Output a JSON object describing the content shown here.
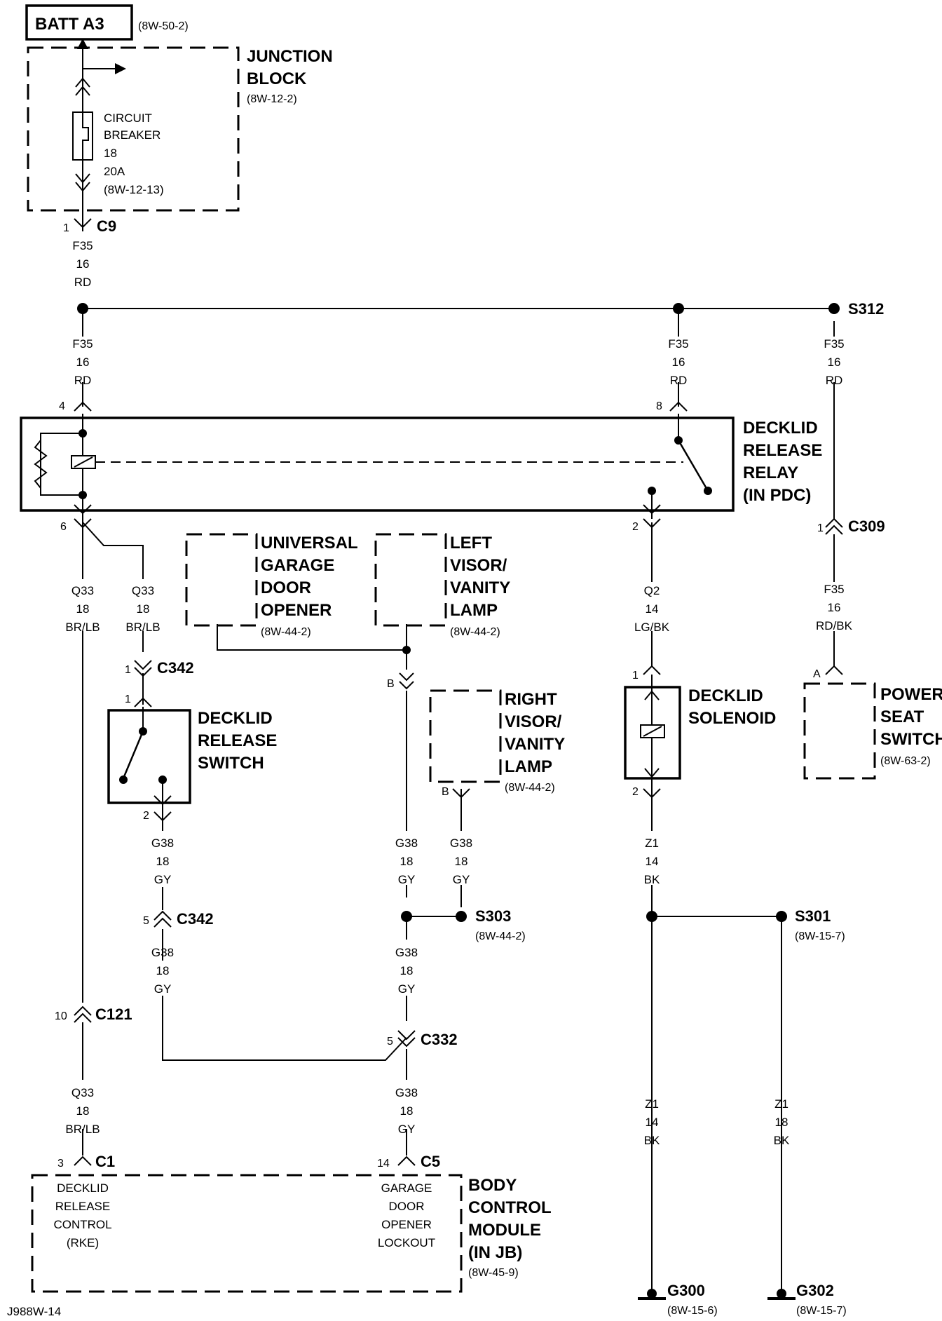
{
  "footer": "J988W-14",
  "batt": {
    "label": "BATT A3",
    "ref": "(8W-50-2)"
  },
  "junction_block": {
    "title": [
      "JUNCTION",
      "BLOCK"
    ],
    "ref": "(8W-12-2)",
    "breaker": [
      "CIRCUIT",
      "BREAKER",
      "18",
      "20A",
      "(8W-12-13)"
    ]
  },
  "c9": {
    "pin": "1",
    "name": "C9"
  },
  "wire_f35_a": [
    "F35",
    "16",
    "RD"
  ],
  "wire_f35_b": [
    "F35",
    "16",
    "RD"
  ],
  "wire_f35_c": [
    "F35",
    "16",
    "RD"
  ],
  "wire_f35_d": [
    "F35",
    "16",
    "RD"
  ],
  "s312": "S312",
  "relay": {
    "title": [
      "DECKLID",
      "RELEASE",
      "RELAY",
      "(IN PDC)"
    ],
    "pin4": "4",
    "pin6": "6",
    "pin8": "8",
    "pin2": "2"
  },
  "c309": {
    "pin": "1",
    "name": "C309"
  },
  "wire_f35_rdbk": [
    "F35",
    "16",
    "RD/BK"
  ],
  "power_seat": {
    "title": [
      "POWER",
      "SEAT",
      "SWITCH"
    ],
    "ref": "(8W-63-2)",
    "pin": "A"
  },
  "wire_q33_a": [
    "Q33",
    "18",
    "BR/LB"
  ],
  "wire_q33_b": [
    "Q33",
    "18",
    "BR/LB"
  ],
  "wire_q33_c": [
    "Q33",
    "18",
    "BR/LB"
  ],
  "ugdo": {
    "title": [
      "UNIVERSAL",
      "GARAGE",
      "DOOR",
      "OPENER"
    ],
    "ref": "(8W-44-2)"
  },
  "left_visor": {
    "title": [
      "LEFT",
      "VISOR/",
      "VANITY",
      "LAMP"
    ],
    "ref": "(8W-44-2)"
  },
  "right_visor": {
    "title": [
      "RIGHT",
      "VISOR/",
      "VANITY",
      "LAMP"
    ],
    "ref": "(8W-44-2)",
    "pin": "B"
  },
  "c342_a": {
    "pin": "1",
    "name": "C342"
  },
  "c342_b": {
    "pin": "5",
    "name": "C342"
  },
  "decklid_switch": {
    "title": [
      "DECKLID",
      "RELEASE",
      "SWITCH"
    ],
    "pin1": "1",
    "pin2": "2"
  },
  "wire_q2": [
    "Q2",
    "14",
    "LG/BK"
  ],
  "decklid_solenoid": {
    "title": [
      "DECKLID",
      "SOLENOID"
    ],
    "pin1": "1",
    "pin2": "2"
  },
  "pin_b_left": "B",
  "wire_g38_a": [
    "G38",
    "18",
    "GY"
  ],
  "wire_g38_b": [
    "G38",
    "18",
    "GY"
  ],
  "wire_g38_c": [
    "G38",
    "18",
    "GY"
  ],
  "wire_g38_d": [
    "G38",
    "18",
    "GY"
  ],
  "wire_g38_e": [
    "G38",
    "18",
    "GY"
  ],
  "wire_g38_f": [
    "G38",
    "18",
    "GY"
  ],
  "s303": {
    "name": "S303",
    "ref": "(8W-44-2)"
  },
  "s301": {
    "name": "S301",
    "ref": "(8W-15-7)"
  },
  "wire_z1_a": [
    "Z1",
    "14",
    "BK"
  ],
  "wire_z1_b": [
    "Z1",
    "14",
    "BK"
  ],
  "wire_z1_c": [
    "Z1",
    "18",
    "BK"
  ],
  "c121": {
    "pin": "10",
    "name": "C121"
  },
  "c332": {
    "pin": "5",
    "name": "C332"
  },
  "c1": {
    "pin": "3",
    "name": "C1"
  },
  "c5": {
    "pin": "14",
    "name": "C5"
  },
  "bcm": {
    "title": [
      "BODY",
      "CONTROL",
      "MODULE",
      "(IN JB)"
    ],
    "ref": "(8W-45-9)",
    "left": [
      "DECKLID",
      "RELEASE",
      "CONTROL",
      "(RKE)"
    ],
    "right": [
      "GARAGE",
      "DOOR",
      "OPENER",
      "LOCKOUT"
    ]
  },
  "g300": {
    "name": "G300",
    "ref": "(8W-15-6)"
  },
  "g302": {
    "name": "G302",
    "ref": "(8W-15-7)"
  }
}
